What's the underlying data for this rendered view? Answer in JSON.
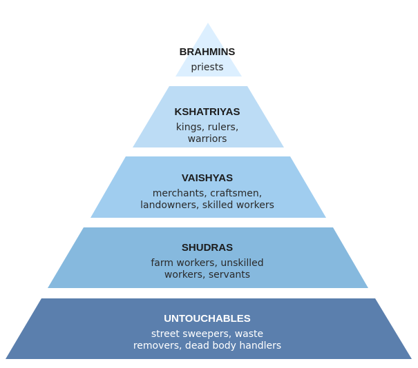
{
  "diagram": {
    "type": "pyramid",
    "tiers": [
      {
        "title": "BRAHMINS",
        "lines": [
          "priests"
        ],
        "color": "#dcefff"
      },
      {
        "title": "KSHATRIYAS",
        "lines": [
          "kings, rulers,",
          "warriors"
        ],
        "color": "#bcdcf5"
      },
      {
        "title": "VAISHYAS",
        "lines": [
          "merchants, craftsmen,",
          "landowners, skilled workers"
        ],
        "color": "#a0cdef"
      },
      {
        "title": "SHUDRAS",
        "lines": [
          "farm workers, unskilled",
          "workers, servants"
        ],
        "color": "#86b9de"
      },
      {
        "title": "UNTOUCHABLES",
        "lines": [
          "street sweepers, waste",
          "removers, dead body handlers"
        ],
        "color": "#5b7fad"
      }
    ]
  }
}
